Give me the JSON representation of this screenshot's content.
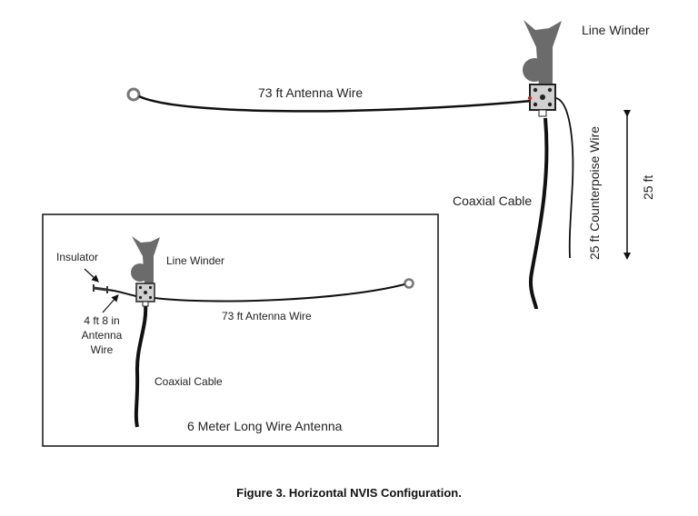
{
  "main": {
    "line_winder": "Line Winder",
    "antenna_wire": "73 ft Antenna Wire",
    "coax": "Coaxial Cable",
    "counterpoise": "25 ft Counterpoise Wire",
    "height": "25 ft"
  },
  "inset": {
    "insulator": "Insulator",
    "line_winder": "Line Winder",
    "short_wire": [
      "4 ft 8 in",
      "Antenna",
      "Wire"
    ],
    "antenna_wire": "73 ft Antenna Wire",
    "coax": "Coaxial Cable",
    "title": "6 Meter Long Wire Antenna"
  },
  "caption": "Figure 3. Horizontal NVIS Configuration."
}
